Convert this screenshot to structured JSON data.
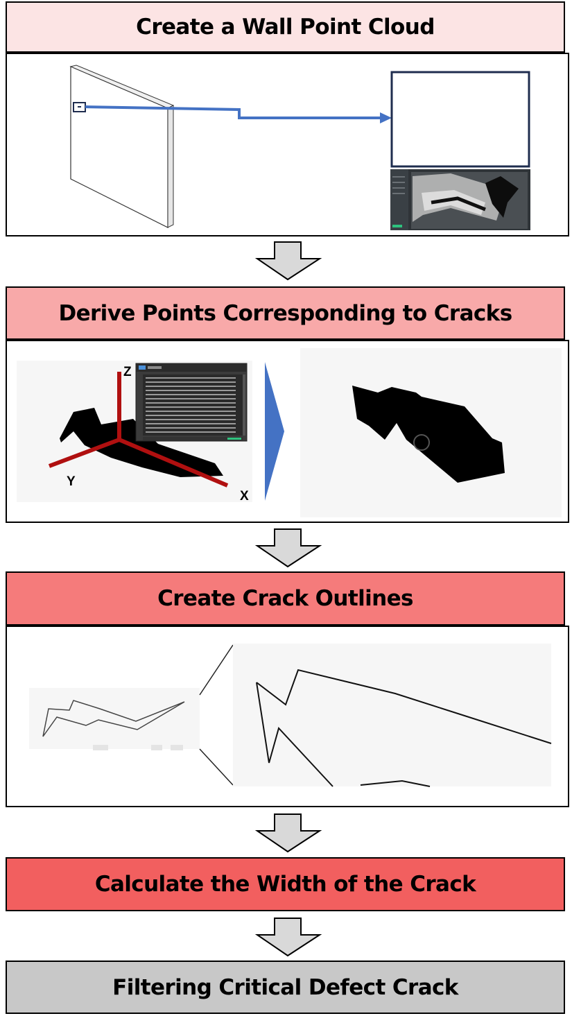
{
  "steps": [
    {
      "label": "Create a Wall Point Cloud",
      "color": "#fce4e4"
    },
    {
      "label": "Derive Points Corresponding to Cracks",
      "color": "#f8a9a9"
    },
    {
      "label": "Create Crack Outlines",
      "color": "#f57b7b"
    },
    {
      "label": "Calculate the Width of the Crack",
      "color": "#f25f5f"
    },
    {
      "label": "Filtering Critical Defect Crack",
      "color": "#c8c8c8"
    }
  ],
  "axes": {
    "x": "X",
    "y": "Y",
    "z": "Z"
  },
  "colors": {
    "connector": "#4472c4",
    "axis": "#b01010",
    "frame": "#1f2d4f"
  }
}
